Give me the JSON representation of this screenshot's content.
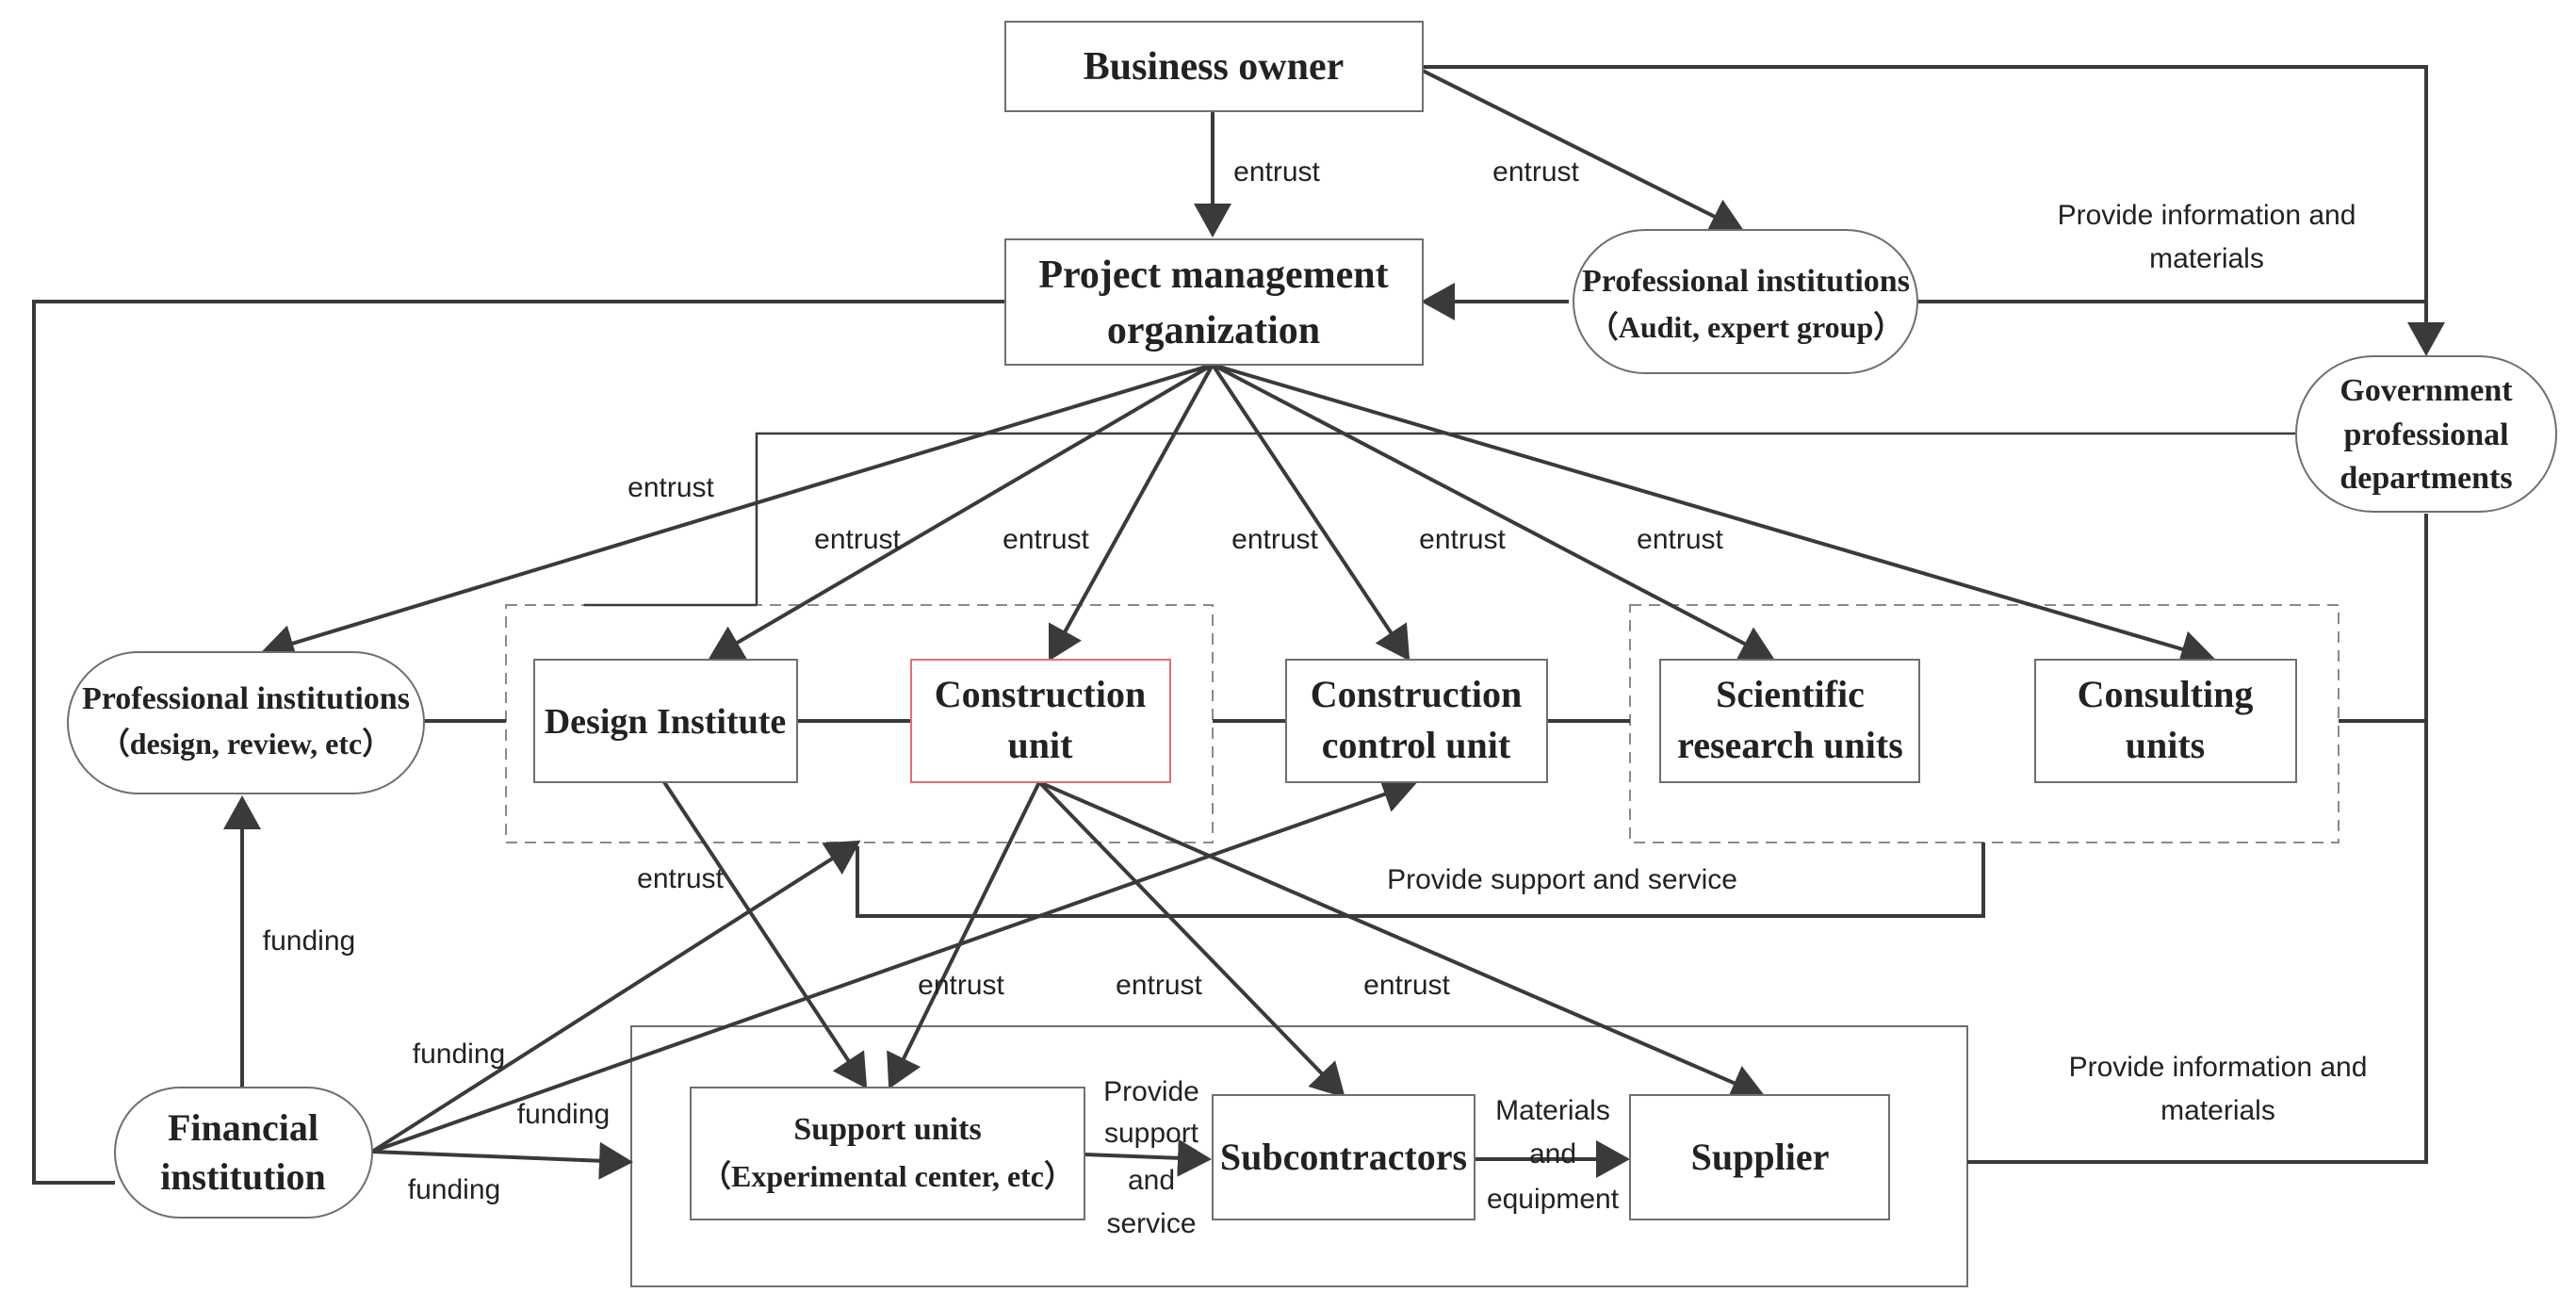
{
  "nodes": {
    "business_owner": "Business owner",
    "project_management": [
      "Project management",
      "organization"
    ],
    "prof_audit": [
      "Professional institutions",
      "（Audit, expert group）"
    ],
    "government": [
      "Government",
      "professional",
      "departments"
    ],
    "prof_design": [
      "Professional institutions",
      "（design, review, etc）"
    ],
    "design_institute": "Design Institute",
    "construction_unit": [
      "Construction",
      "unit"
    ],
    "construction_control": [
      "Construction",
      "control unit"
    ],
    "scientific_research": [
      "Scientific",
      "research units"
    ],
    "consulting": [
      "Consulting",
      "units"
    ],
    "financial": [
      "Financial",
      "institution"
    ],
    "support_units": [
      "Support units",
      "（Experimental center, etc）"
    ],
    "subcontractors": "Subcontractors",
    "supplier": "Supplier"
  },
  "edge_labels": {
    "entrust": "entrust",
    "funding": "funding",
    "provide_info": [
      "Provide information and",
      "materials"
    ],
    "provide_support": "Provide support and service",
    "provide_support_stack": [
      "Provide",
      "support",
      "and",
      "service"
    ],
    "materials_equipment": [
      "Materials",
      "and",
      "equipment"
    ]
  }
}
